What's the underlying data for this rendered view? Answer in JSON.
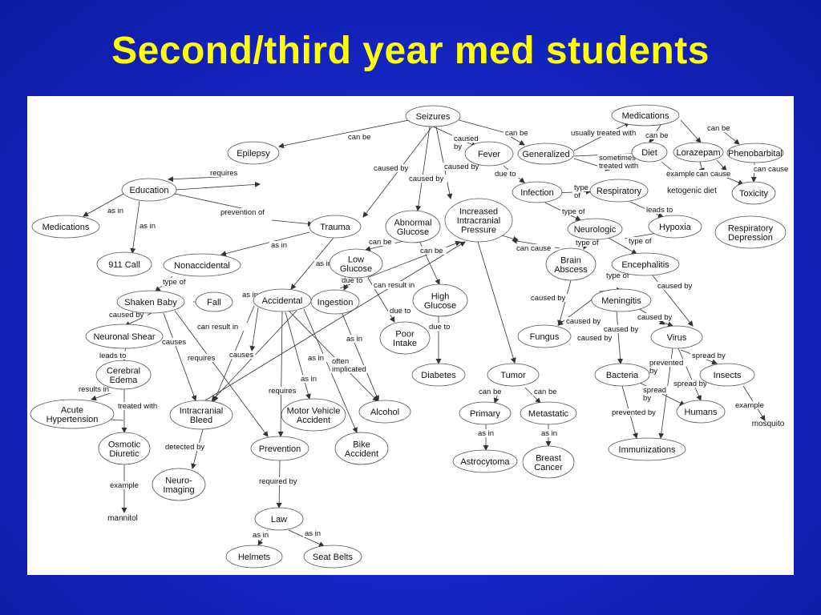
{
  "slide": {
    "title": "Second/third year med students"
  },
  "concept_map": {
    "nodes": [
      {
        "id": "seizures",
        "lines": [
          "Seizures"
        ]
      },
      {
        "id": "medications_top",
        "lines": [
          "Medications"
        ]
      },
      {
        "id": "epilepsy",
        "lines": [
          "Epilepsy"
        ]
      },
      {
        "id": "fever",
        "lines": [
          "Fever"
        ]
      },
      {
        "id": "generalized",
        "lines": [
          "Generalized"
        ]
      },
      {
        "id": "diet",
        "lines": [
          "Diet"
        ]
      },
      {
        "id": "lorazepam",
        "lines": [
          "Lorazepam"
        ]
      },
      {
        "id": "phenobarbital",
        "lines": [
          "Phenobarbital"
        ]
      },
      {
        "id": "education",
        "lines": [
          "Education"
        ]
      },
      {
        "id": "infection",
        "lines": [
          "Infection"
        ]
      },
      {
        "id": "respiratory",
        "lines": [
          "Respiratory"
        ]
      },
      {
        "id": "toxicity",
        "lines": [
          "Toxicity"
        ]
      },
      {
        "id": "medications_left",
        "lines": [
          "Medications"
        ]
      },
      {
        "id": "trauma",
        "lines": [
          "Trauma"
        ]
      },
      {
        "id": "abnormal_glucose",
        "lines": [
          "Abnormal",
          "Glucose"
        ]
      },
      {
        "id": "icp",
        "lines": [
          "Increased",
          "Intracranial",
          "Pressure"
        ]
      },
      {
        "id": "neurologic",
        "lines": [
          "Neurologic"
        ]
      },
      {
        "id": "hypoxia",
        "lines": [
          "Hypoxia"
        ]
      },
      {
        "id": "resp_depression",
        "lines": [
          "Respiratory",
          "Depression"
        ]
      },
      {
        "id": "call911",
        "lines": [
          "911 Call"
        ]
      },
      {
        "id": "nonaccidental",
        "lines": [
          "Nonaccidental"
        ]
      },
      {
        "id": "low_glucose",
        "lines": [
          "Low",
          "Glucose"
        ]
      },
      {
        "id": "brain_abscess",
        "lines": [
          "Brain",
          "Abscess"
        ]
      },
      {
        "id": "encephalitis",
        "lines": [
          "Encephalitis"
        ]
      },
      {
        "id": "shaken_baby",
        "lines": [
          "Shaken Baby"
        ]
      },
      {
        "id": "fall",
        "lines": [
          "Fall"
        ]
      },
      {
        "id": "accidental",
        "lines": [
          "Accidental"
        ]
      },
      {
        "id": "ingestion",
        "lines": [
          "Ingestion"
        ]
      },
      {
        "id": "high_glucose",
        "lines": [
          "High",
          "Glucose"
        ]
      },
      {
        "id": "meningitis",
        "lines": [
          "Meningitis"
        ]
      },
      {
        "id": "neuronal_shear",
        "lines": [
          "Neuronal Shear"
        ]
      },
      {
        "id": "poor_intake",
        "lines": [
          "Poor",
          "Intake"
        ]
      },
      {
        "id": "fungus",
        "lines": [
          "Fungus"
        ]
      },
      {
        "id": "virus",
        "lines": [
          "Virus"
        ]
      },
      {
        "id": "cerebral_edema",
        "lines": [
          "Cerebral",
          "Edema"
        ]
      },
      {
        "id": "diabetes",
        "lines": [
          "Diabetes"
        ]
      },
      {
        "id": "tumor",
        "lines": [
          "Tumor"
        ]
      },
      {
        "id": "bacteria",
        "lines": [
          "Bacteria"
        ]
      },
      {
        "id": "insects",
        "lines": [
          "Insects"
        ]
      },
      {
        "id": "acute_htn",
        "lines": [
          "Acute",
          "Hypertension"
        ]
      },
      {
        "id": "intracranial_bleed",
        "lines": [
          "Intracranial",
          "Bleed"
        ]
      },
      {
        "id": "mva",
        "lines": [
          "Motor Vehicle",
          "Accident"
        ]
      },
      {
        "id": "alcohol",
        "lines": [
          "Alcohol"
        ]
      },
      {
        "id": "primary",
        "lines": [
          "Primary"
        ]
      },
      {
        "id": "metastatic",
        "lines": [
          "Metastatic"
        ]
      },
      {
        "id": "humans",
        "lines": [
          "Humans"
        ]
      },
      {
        "id": "osmotic_diuretic",
        "lines": [
          "Osmotic",
          "Diuretic"
        ]
      },
      {
        "id": "prevention",
        "lines": [
          "Prevention"
        ]
      },
      {
        "id": "bike_accident",
        "lines": [
          "Bike",
          "Accident"
        ]
      },
      {
        "id": "immunizations",
        "lines": [
          "Immunizations"
        ]
      },
      {
        "id": "astrocytoma",
        "lines": [
          "Astrocytoma"
        ]
      },
      {
        "id": "breast_cancer",
        "lines": [
          "Breast",
          "Cancer"
        ]
      },
      {
        "id": "neuro_imaging",
        "lines": [
          "Neuro-",
          "Imaging"
        ]
      },
      {
        "id": "law",
        "lines": [
          "Law"
        ]
      },
      {
        "id": "helmets",
        "lines": [
          "Helmets"
        ]
      },
      {
        "id": "seat_belts",
        "lines": [
          "Seat Belts"
        ]
      }
    ],
    "plain_concepts": [
      {
        "id": "ketogenic_diet",
        "text": "ketogenic diet"
      },
      {
        "id": "mosquito",
        "text": "mosquito"
      },
      {
        "id": "mannitol",
        "text": "mannitol"
      }
    ],
    "edge_labels": [
      {
        "id": "l_can_be_1",
        "lines": [
          "can be"
        ]
      },
      {
        "id": "l_caused_by_fever",
        "lines": [
          "caused",
          "by"
        ]
      },
      {
        "id": "l_can_be_2",
        "lines": [
          "can be"
        ]
      },
      {
        "id": "l_usually",
        "lines": [
          "usually treated with"
        ]
      },
      {
        "id": "l_can_be_3",
        "lines": [
          "can be"
        ]
      },
      {
        "id": "l_can_be_4",
        "lines": [
          "can be"
        ]
      },
      {
        "id": "l_requires_edu",
        "lines": [
          "requires"
        ]
      },
      {
        "id": "l_caused_by_trauma",
        "lines": [
          "caused by"
        ]
      },
      {
        "id": "l_caused_by_glu",
        "lines": [
          "caused by"
        ]
      },
      {
        "id": "l_caused_by_icp",
        "lines": [
          "caused by"
        ]
      },
      {
        "id": "l_due_to_inf",
        "lines": [
          "due to"
        ]
      },
      {
        "id": "l_sometimes",
        "lines": [
          "sometimes",
          "treated with"
        ]
      },
      {
        "id": "l_example_keto",
        "lines": [
          "example"
        ]
      },
      {
        "id": "l_can_cause_lz",
        "lines": [
          "can cause"
        ]
      },
      {
        "id": "l_can_cause_pb",
        "lines": [
          "can cause"
        ]
      },
      {
        "id": "l_type_of_resp",
        "lines": [
          "type",
          "of"
        ]
      },
      {
        "id": "l_type_of_neuro",
        "lines": [
          "type of"
        ]
      },
      {
        "id": "l_leads_to_hyp",
        "lines": [
          "leads to"
        ]
      },
      {
        "id": "l_as_in_med",
        "lines": [
          "as in"
        ]
      },
      {
        "id": "l_prevention_of",
        "lines": [
          "prevention of"
        ]
      },
      {
        "id": "l_as_in_911",
        "lines": [
          "as in"
        ]
      },
      {
        "id": "l_as_in_nonacc",
        "lines": [
          "as in"
        ]
      },
      {
        "id": "l_as_in_acc",
        "lines": [
          "as in"
        ]
      },
      {
        "id": "l_can_be_low",
        "lines": [
          "can be"
        ]
      },
      {
        "id": "l_can_be_high",
        "lines": [
          "can be"
        ]
      },
      {
        "id": "l_can_cause_icp",
        "lines": [
          "can cause"
        ]
      },
      {
        "id": "l_type_of_ba",
        "lines": [
          "type of"
        ]
      },
      {
        "id": "l_type_of_enc",
        "lines": [
          "type of"
        ]
      },
      {
        "id": "l_type_of_sb",
        "lines": [
          "type of"
        ]
      },
      {
        "id": "l_as_in_fall",
        "lines": [
          "as in"
        ]
      },
      {
        "id": "l_due_to_ing",
        "lines": [
          "due to"
        ]
      },
      {
        "id": "l_can_result_in_icp",
        "lines": [
          "can result in"
        ]
      },
      {
        "id": "l_type_of_men",
        "lines": [
          "type of"
        ]
      },
      {
        "id": "l_caused_by_enc",
        "lines": [
          "caused by"
        ]
      },
      {
        "id": "l_caused_by_sb",
        "lines": [
          "caused by"
        ]
      },
      {
        "id": "l_caused_by_fungus",
        "lines": [
          "caused by"
        ]
      },
      {
        "id": "l_due_to_pi",
        "lines": [
          "due to"
        ]
      },
      {
        "id": "l_caused_by_men_f",
        "lines": [
          "caused by"
        ]
      },
      {
        "id": "l_caused_by_men_v",
        "lines": [
          "caused by"
        ]
      },
      {
        "id": "l_can_result_in_acc",
        "lines": [
          "can result in"
        ]
      },
      {
        "id": "l_causes_sb",
        "lines": [
          "causes"
        ]
      },
      {
        "id": "l_requires_sb",
        "lines": [
          "requires"
        ]
      },
      {
        "id": "l_causes_acc",
        "lines": [
          "causes"
        ]
      },
      {
        "id": "l_as_in_ing",
        "lines": [
          "as in"
        ]
      },
      {
        "id": "l_due_to_dia",
        "lines": [
          "due to"
        ]
      },
      {
        "id": "l_caused_by_ba",
        "lines": [
          "caused by"
        ]
      },
      {
        "id": "l_caused_by_men_b",
        "lines": [
          "caused by"
        ]
      },
      {
        "id": "l_leads_to_ce",
        "lines": [
          "leads to"
        ]
      },
      {
        "id": "l_as_in_mva",
        "lines": [
          "as in"
        ]
      },
      {
        "id": "l_often",
        "lines": [
          "often",
          "implicated"
        ]
      },
      {
        "id": "l_as_in_alc",
        "lines": [
          "as in"
        ]
      },
      {
        "id": "l_prevented_by_v",
        "lines": [
          "prevented",
          "by"
        ]
      },
      {
        "id": "l_spread_by_ins",
        "lines": [
          "spread by"
        ]
      },
      {
        "id": "l_spread_by_hum",
        "lines": [
          "spread by"
        ]
      },
      {
        "id": "l_results_in",
        "lines": [
          "results in"
        ]
      },
      {
        "id": "l_requires_prev",
        "lines": [
          "requires"
        ]
      },
      {
        "id": "l_spread_by_b",
        "lines": [
          "spread",
          "by"
        ]
      },
      {
        "id": "l_can_be_prim",
        "lines": [
          "can be"
        ]
      },
      {
        "id": "l_can_be_met",
        "lines": [
          "can be"
        ]
      },
      {
        "id": "l_treated_with",
        "lines": [
          "treated with"
        ]
      },
      {
        "id": "l_prevented_by_b",
        "lines": [
          "prevented by"
        ]
      },
      {
        "id": "l_example_mos",
        "lines": [
          "example"
        ]
      },
      {
        "id": "l_as_in_astro",
        "lines": [
          "as in"
        ]
      },
      {
        "id": "l_as_in_breast",
        "lines": [
          "as in"
        ]
      },
      {
        "id": "l_detected_by",
        "lines": [
          "detected by"
        ]
      },
      {
        "id": "l_example_man",
        "lines": [
          "example"
        ]
      },
      {
        "id": "l_required_by",
        "lines": [
          "required by"
        ]
      },
      {
        "id": "l_as_in_helm",
        "lines": [
          "as in"
        ]
      },
      {
        "id": "l_as_in_belt",
        "lines": [
          "as in"
        ]
      }
    ]
  }
}
